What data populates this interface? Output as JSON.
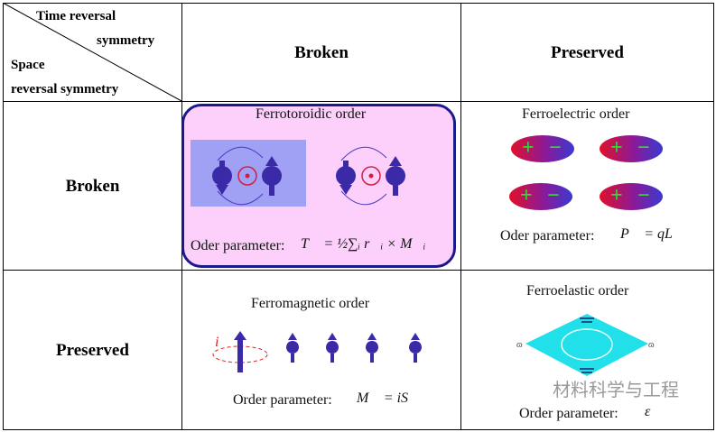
{
  "header": {
    "time_reversal": "Time reversal",
    "symmetry": "symmetry",
    "space": "Space",
    "space_reversal": "reversal symmetry",
    "col_broken": "Broken",
    "col_preserved": "Preserved"
  },
  "rows": {
    "broken": "Broken",
    "preserved": "Preserved"
  },
  "cells": {
    "ferrotoroidic": {
      "title": "Ferrotoroidic order",
      "param_label": "Oder parameter:",
      "formula": "T⃗ = ½∑ᵢ r⃗ᵢ × M⃗ᵢ"
    },
    "ferroelectric": {
      "title": "Ferroelectric order",
      "param_label": "Oder parameter:",
      "formula": "P⃗ = qL⃗",
      "plus": "+",
      "minus": "−"
    },
    "ferromagnetic": {
      "title": "Ferromagnetic order",
      "param_label": "Order parameter:",
      "formula": "M⃗ = iS⃗",
      "current": "i"
    },
    "ferroelastic": {
      "title": "Ferroelastic order",
      "param_label": "Order parameter:",
      "formula": "ε"
    }
  },
  "watermark": "材料科学与工程",
  "colors": {
    "toroidic_bg": "#fdd0fb",
    "toroidic_border": "#1a1a8c",
    "spin": "#3a2aa8",
    "ellipse_left": "#e0102a",
    "ellipse_right": "#3a3ad0",
    "plus": "#3bd13b",
    "elastic": "#22e0ea"
  }
}
